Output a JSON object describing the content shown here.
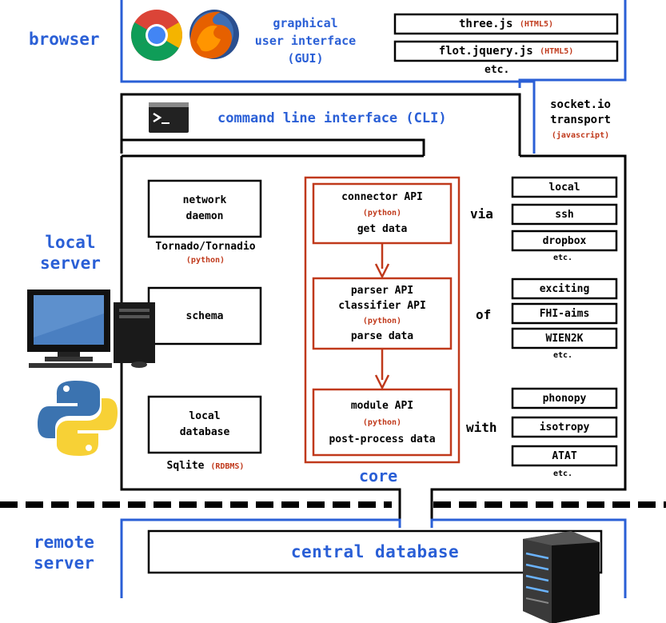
{
  "side_labels": {
    "browser": "browser",
    "local_server": [
      "local",
      "server"
    ],
    "remote_server": [
      "remote",
      "server"
    ]
  },
  "browser": {
    "gui": [
      "graphical",
      "user interface",
      "(GUI)"
    ],
    "libs": [
      {
        "name": "three.js",
        "tag": "(HTML5)"
      },
      {
        "name": "flot.jquery.js",
        "tag": "(HTML5)"
      }
    ],
    "etc": "etc."
  },
  "socketio": [
    "socket.io",
    "transport",
    "(javascript)"
  ],
  "cli": "command line interface (CLI)",
  "server_left": {
    "network_daemon": [
      "network",
      "daemon"
    ],
    "tornado": "Tornado/Tornadio",
    "tornado_lang": "(python)",
    "schema": "schema",
    "local_db": [
      "local",
      "database"
    ],
    "sqlite": "Sqlite",
    "sqlite_tag": "(RDBMS)"
  },
  "core": {
    "label": "core",
    "connector": {
      "title": "connector API",
      "lang": "(python)",
      "desc": "get data"
    },
    "parser": {
      "title1": "parser API",
      "title2": "classifier API",
      "lang": "(python)",
      "desc": "parse data"
    },
    "module": {
      "title": "module API",
      "lang": "(python)",
      "desc": "post-process data"
    }
  },
  "right": {
    "via": "via",
    "via_items": [
      "local",
      "ssh",
      "dropbox"
    ],
    "of": "of",
    "of_items": [
      "exciting",
      "FHI-aims",
      "WIEN2K"
    ],
    "with": "with",
    "with_items": [
      "phonopy",
      "isotropy",
      "ATAT"
    ],
    "etc": "etc."
  },
  "central_db": "central database",
  "colors": {
    "blue": "#2a5fd6",
    "red": "#c0391b",
    "black": "#000000"
  },
  "icons": [
    "chrome-icon",
    "firefox-icon",
    "terminal-icon",
    "computer-icon",
    "python-logo-icon",
    "server-rack-icon"
  ]
}
